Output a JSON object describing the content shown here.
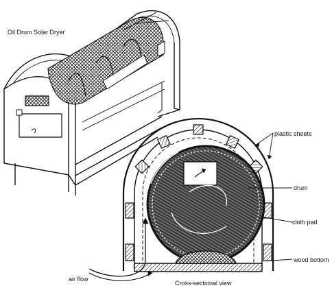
{
  "labels": {
    "title": "Oil Drum Solar Dryer",
    "plastic_sheets": "plastic sheets",
    "drum": "drum",
    "cloth_pad": "cloth pad",
    "wood_bottom": "wood bottom",
    "air_flow": "air flow",
    "cross_sectional_view": "Cross-sectional view"
  }
}
